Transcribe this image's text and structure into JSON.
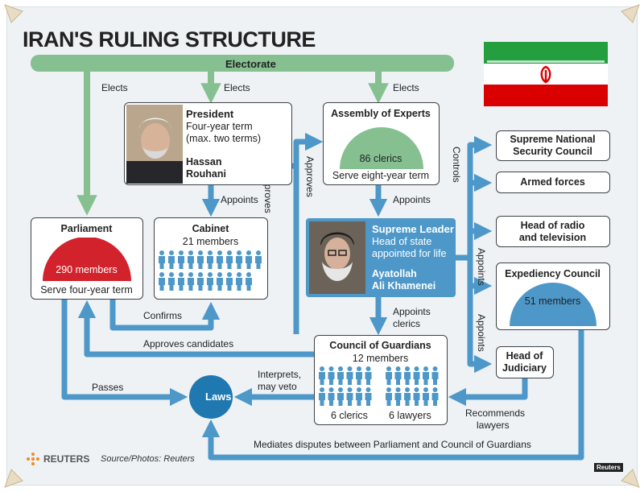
{
  "title": "IRAN'S RULING STRUCTURE",
  "electorate": "Electorate",
  "edges": {
    "elects_parliament": "Elects",
    "elects_president": "Elects",
    "elects_assembly": "Elects",
    "approves": "Approves",
    "approves2": "Approves",
    "appoints_cabinet": "Appoints",
    "appoints_leader": "Appoints",
    "controls": "Controls",
    "appoints_right1": "Appoints",
    "appoints_right2": "Appoints",
    "appoints_clerics": [
      "Appoints",
      "clerics"
    ],
    "confirms": "Confirms",
    "approves_candidates": "Approves candidates",
    "interprets": [
      "Interprets,",
      "may veto"
    ],
    "passes": "Passes",
    "recommends": [
      "Recommends",
      "lawyers"
    ],
    "mediates": "Mediates disputes between Parliament and Council of Guardians"
  },
  "president": {
    "title": "President",
    "lines": [
      "Four-year term",
      "(max. two terms)"
    ],
    "name": [
      "Hassan",
      "Rouhani"
    ]
  },
  "assembly": {
    "title": "Assembly of Experts",
    "count": "86 clerics",
    "term": "Serve eight-year term"
  },
  "parliament": {
    "title": "Parliament",
    "count": "290 members",
    "term": "Serve four-year term"
  },
  "cabinet": {
    "title": "Cabinet",
    "count": "21 members"
  },
  "leader": {
    "title": "Supreme Leader",
    "lines": [
      "Head of state",
      "appointed for life"
    ],
    "name": [
      "Ayatollah",
      "Ali Khamenei"
    ]
  },
  "guardians": {
    "title": "Council of Guardians",
    "count": "12 members",
    "clerics": "6 clerics",
    "lawyers": "6 lawyers"
  },
  "right_boxes": {
    "snsc": [
      "Supreme National",
      "Security Council"
    ],
    "armed": "Armed forces",
    "radio": [
      "Head of radio",
      "and television"
    ],
    "expediency": "Expediency Council",
    "expediency_count": "51 members",
    "judiciary": [
      "Head of",
      "Judiciary"
    ]
  },
  "laws": "Laws",
  "footer": {
    "agency": "REUTERS",
    "source": "Source/Photos: Reuters",
    "badge": "Reuters"
  },
  "colors": {
    "green": "#86c091",
    "blue": "#4d98c9",
    "red": "#d2222b",
    "dark_blue": "#1f78b0"
  }
}
